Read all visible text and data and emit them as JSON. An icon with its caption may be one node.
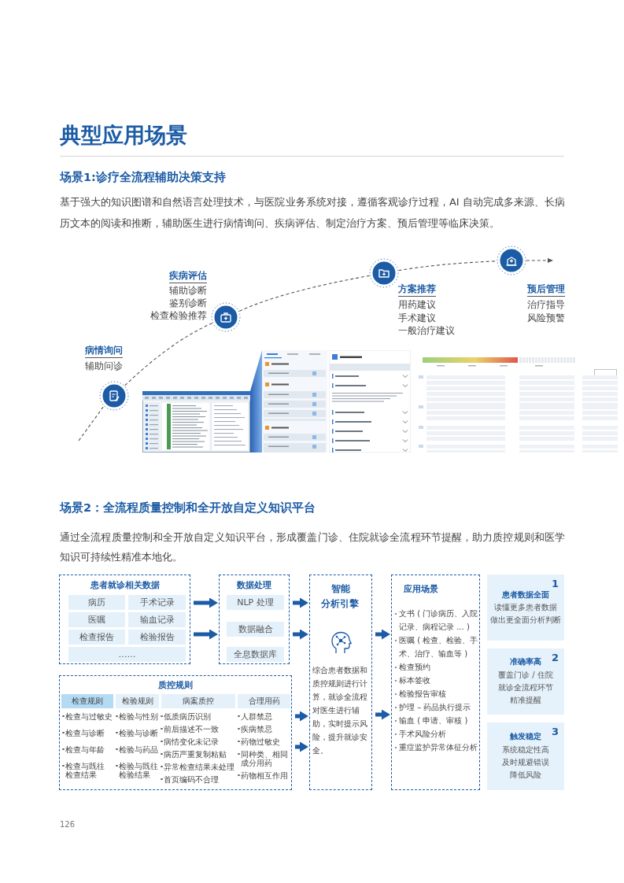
{
  "diagram": {
    "title": "典型应用场景",
    "nodes": [
      {
        "text": [],
        "shape": "circle",
        "beside": [
          "病情询问",
          "辅助问诊"
        ]
      },
      {
        "text": [],
        "shape": "circle",
        "beside": [
          "疾病评估",
          "辅助诊断",
          "鉴别诊断",
          "检查检验推荐"
        ]
      },
      {
        "text": [],
        "shape": "circle",
        "beside": [
          "方案推荐",
          "用药建议",
          "手术建议",
          "一般治疗建议"
        ]
      },
      {
        "text": [],
        "shape": "circle",
        "beside": [
          "预后管理",
          "治疗指导",
          "风险预警"
        ]
      },
      {
        "text": [
          "患者就诊相关数据"
        ]
      },
      {
        "text": [
          "病历"
        ],
        "in": 4
      },
      {
        "text": [
          "手术记录"
        ],
        "in": 4
      },
      {
        "text": [
          "医嘱"
        ],
        "in": 4
      },
      {
        "text": [
          "输血记录"
        ],
        "in": 4
      },
      {
        "text": [
          "检查报告"
        ],
        "in": 4
      },
      {
        "text": [
          "检验报告"
        ],
        "in": 4
      },
      {
        "text": [
          "……"
        ],
        "in": 4
      },
      {
        "text": [
          "数据处理"
        ]
      },
      {
        "text": [
          "NLP 处理"
        ],
        "in": 12
      },
      {
        "text": [
          "数据融合"
        ],
        "in": 12
      },
      {
        "text": [
          "全息数据库"
        ],
        "in": 12
      },
      {
        "text": [
          "质控规则"
        ]
      },
      {
        "text": [
          "检查规则"
        ],
        "in": 16,
        "beside": [
          "检查与过敏史",
          "检查与诊断",
          "检查与年龄",
          "检查与既往检查结果"
        ]
      },
      {
        "text": [
          "检验规则"
        ],
        "in": 16,
        "beside": [
          "检验与性别",
          "检验与诊断",
          "检验与药品",
          "检验与既往检验结果"
        ]
      },
      {
        "text": [
          "病案质控"
        ],
        "in": 16,
        "beside": [
          "低质病历识别",
          "前后描述不一致",
          "病情变化未记录",
          "病历严重复制粘贴",
          "异常检查结果未处理",
          "首页编码不合理"
        ]
      },
      {
        "text": [
          "合理用药"
        ],
        "in": 16,
        "beside": [
          "人群禁忌",
          "疾病禁忌",
          "药物过敏史",
          "同种类、相同成分用药",
          "药物相互作用"
        ]
      },
      {
        "text": [
          "智能分析引擎",
          "综合患者数据和质控规则进行计算，就诊全流程对医生进行辅助，实时提示风险，提升就诊安全。"
        ]
      },
      {
        "text": [
          "应用场景",
          "文书 ( 门诊病历、入院记录、病程记录 ... )",
          "医嘱 ( 检查、检验、手术、治疗、输血等 )",
          "检查预约",
          "标本签收",
          "检验报告审核",
          "护理 – 药品执行提示",
          "输血 ( 申请、审核 )",
          "手术风险分析",
          "重症监护异常体征分析"
        ]
      },
      {
        "text": [
          "1",
          "患者数据全面",
          "读懂更多患者数据",
          "做出更全面分析判断"
        ]
      },
      {
        "text": [
          "2",
          "准确率高",
          "覆盖门诊 / 住院",
          "就诊全流程环节",
          "精准提醒"
        ]
      },
      {
        "text": [
          "3",
          "触发稳定",
          "系统稳定性高",
          "及时规避错误",
          "降低风险"
        ]
      }
    ],
    "edges": [
      {
        "from": null,
        "to": 0,
        "arrow": "none",
        "style": "dashed",
        "color": "#555555"
      },
      {
        "from": 0,
        "to": 1,
        "arrow": "none",
        "style": "dashed",
        "color": "#555555"
      },
      {
        "from": 1,
        "to": 2,
        "arrow": "none",
        "style": "dashed",
        "color": "#555555"
      },
      {
        "from": 2,
        "to": 3,
        "arrow": "none",
        "style": "dashed",
        "color": "#555555"
      },
      {
        "from": 3,
        "to": null,
        "arrow": "to",
        "style": "dashed",
        "color": "#555555"
      },
      {
        "from": 4,
        "to": 12,
        "arrow": "to"
      },
      {
        "from": 4,
        "to": 12,
        "arrow": "to"
      },
      {
        "from": 12,
        "to": 21,
        "arrow": "to"
      },
      {
        "from": 12,
        "to": 21,
        "arrow": "to"
      },
      {
        "from": 16,
        "to": 21,
        "arrow": "to"
      },
      {
        "from": 16,
        "to": 21,
        "arrow": "to"
      },
      {
        "from": 21,
        "to": 22,
        "arrow": "to"
      },
      {
        "from": 21,
        "to": 22,
        "arrow": "to"
      }
    ],
    "labels": [
      "场景1:诊疗全流程辅助决策支持",
      "基于强大的知识图谱和自然语言处理技术，与医院业务系统对接，遵循客观诊疗过程，AI 自动完成多来源、长病历文本的阅读和推断，辅助医生进行病情询问、疾病评估、制定治疗方案、预后管理等临床决策。",
      "场景2：全流程质量控制和全开放自定义知识平台",
      "通过全流程质量控制和全开放自定义知识平台，形成覆盖门诊、住院就诊全流程环节提醒，助力质控规则和医学知识可持续性精准本地化。",
      "126"
    ]
  }
}
